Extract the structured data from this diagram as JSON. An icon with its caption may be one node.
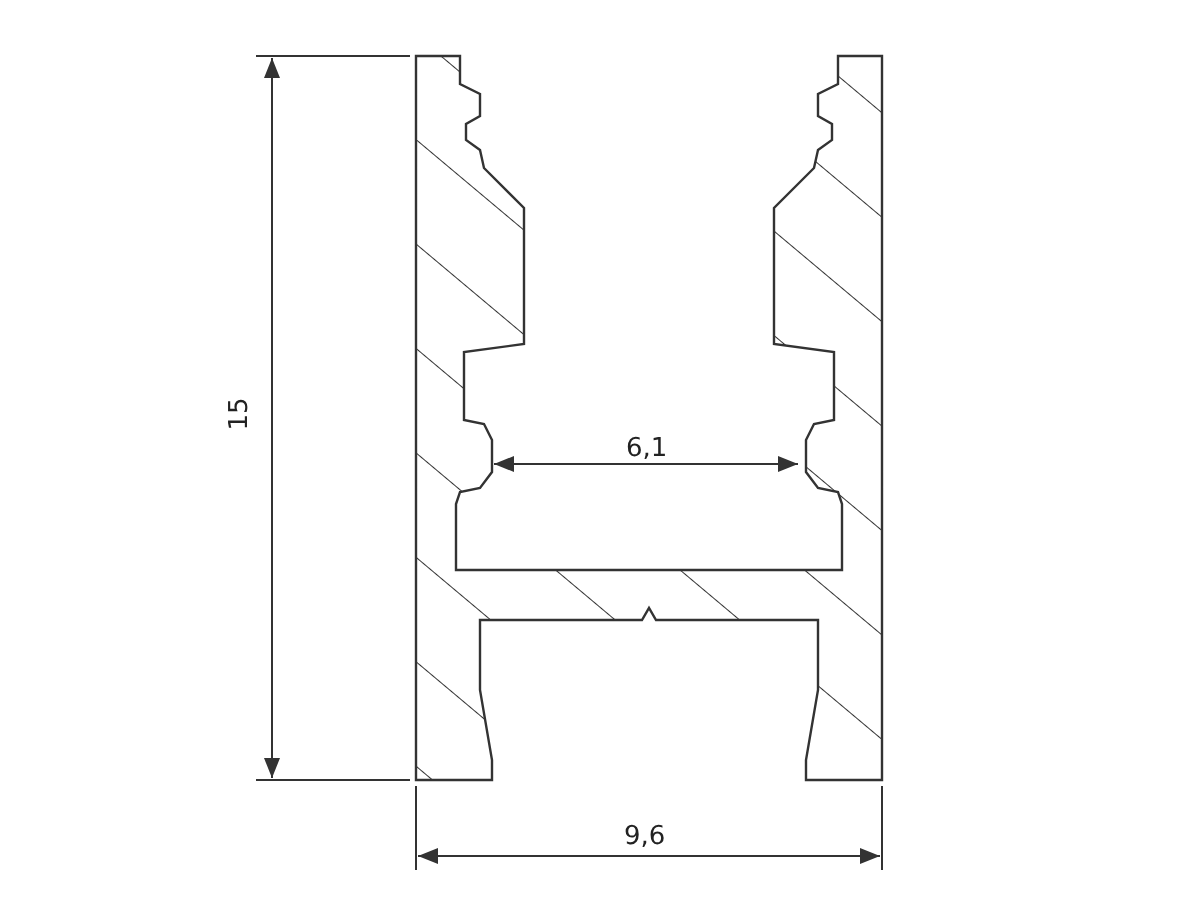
{
  "diagram": {
    "labels": [
      "15",
      "6,1",
      "9,6"
    ]
  }
}
